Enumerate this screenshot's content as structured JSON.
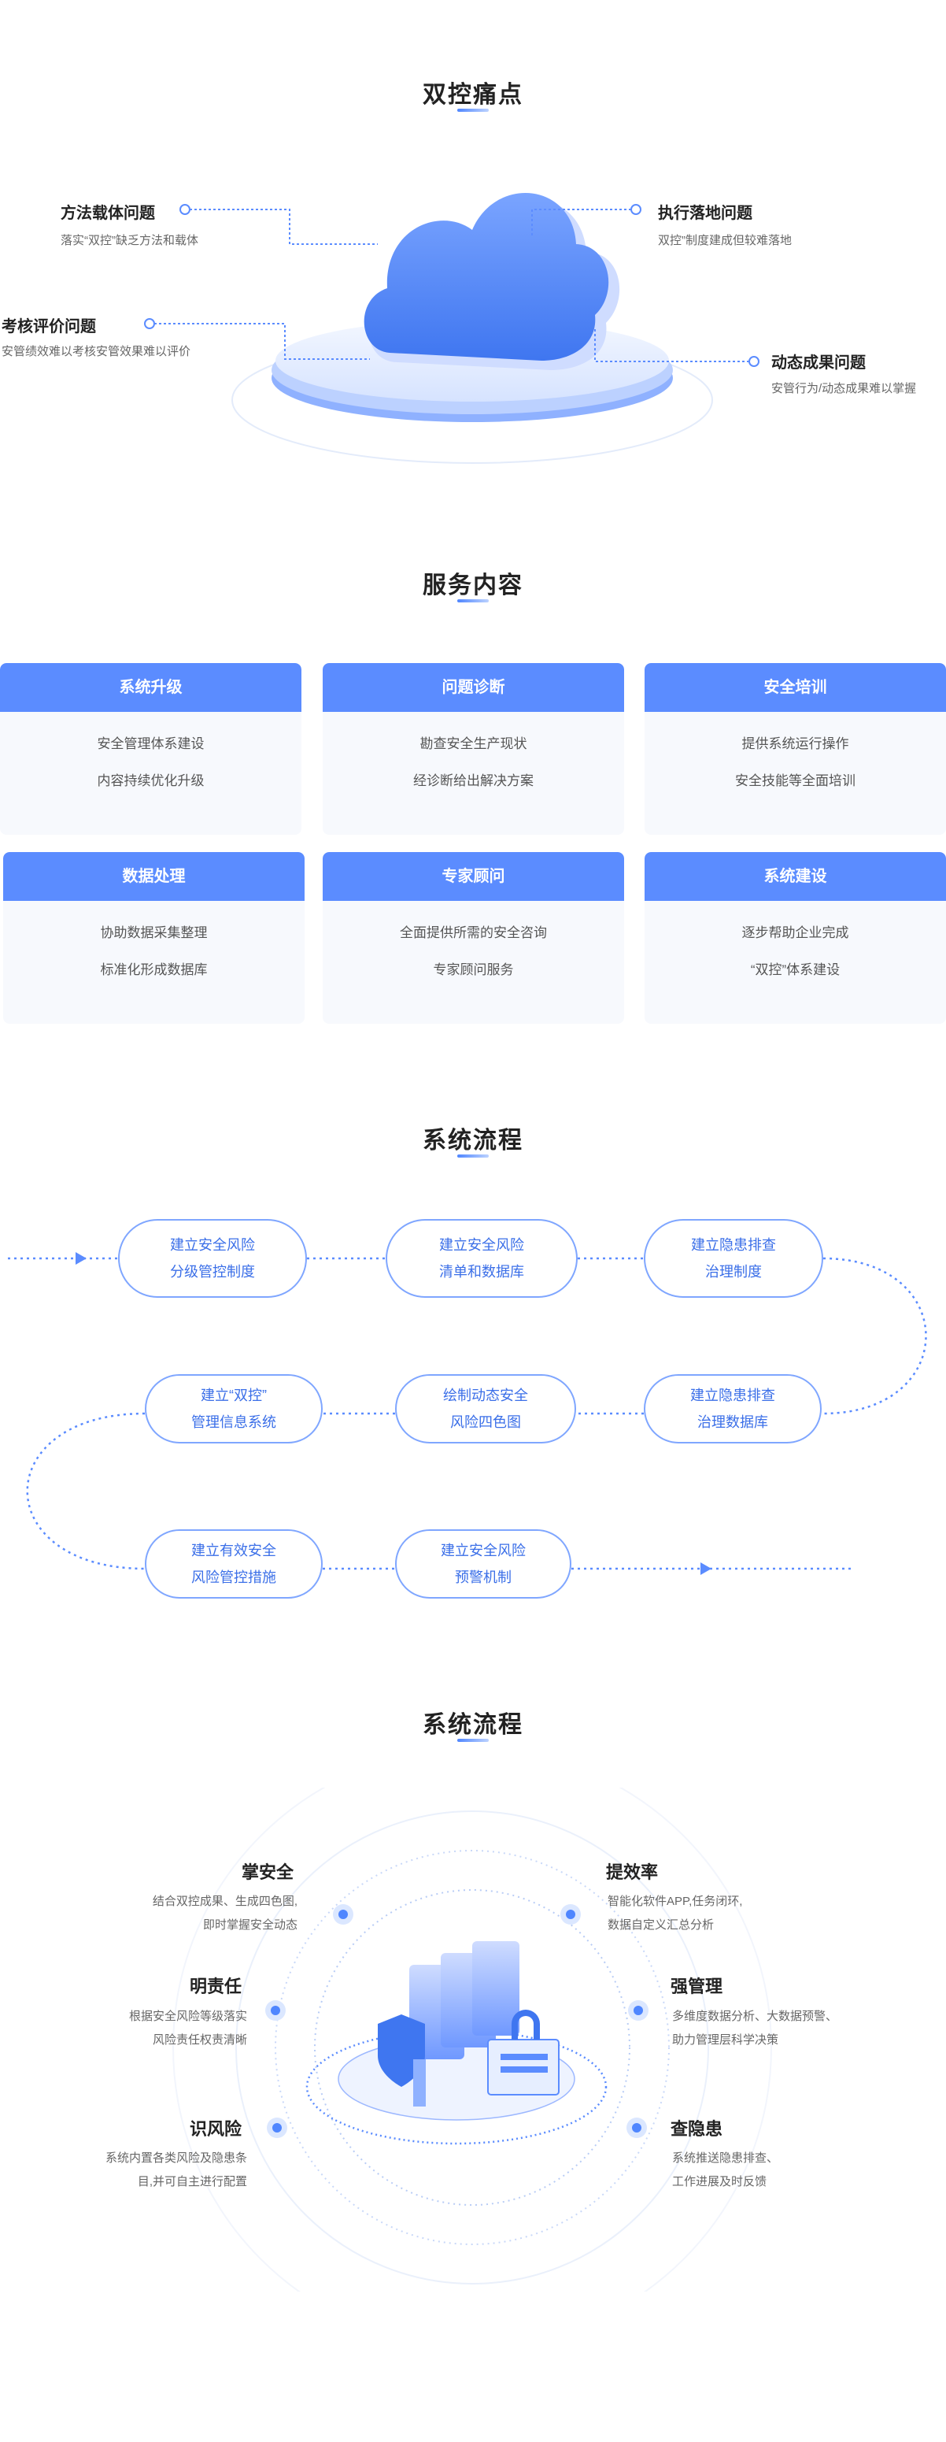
{
  "sections": {
    "pain_points_title": "双控痛点",
    "services_title": "服务内容",
    "flow_title": "系统流程",
    "features_title": "系统流程"
  },
  "pain_points": [
    {
      "title": "方法载体问题",
      "desc": "落实“双控”缺乏方法和载体"
    },
    {
      "title": "考核评价问题",
      "desc": "安管绩效难以考核安管效果难以评价"
    },
    {
      "title": "执行落地问题",
      "desc": "双控”制度建成但较难落地"
    },
    {
      "title": "动态成果问题",
      "desc": "安管行为/动态成果难以掌握"
    }
  ],
  "services": [
    {
      "title": "系统升级",
      "lines": [
        "安全管理体系建设",
        "内容持续优化升级"
      ]
    },
    {
      "title": "问题诊断",
      "lines": [
        "勘查安全生产现状",
        "经诊断给出解决方案"
      ]
    },
    {
      "title": "安全培训",
      "lines": [
        "提供系统运行操作",
        "安全技能等全面培训"
      ]
    },
    {
      "title": "数据处理",
      "lines": [
        "协助数据采集整理",
        "标准化形成数据库"
      ]
    },
    {
      "title": "专家顾问",
      "lines": [
        "全面提供所需的安全咨询",
        "专家顾问服务"
      ]
    },
    {
      "title": "系统建设",
      "lines": [
        "逐步帮助企业完成",
        "“双控”体系建设"
      ]
    }
  ],
  "flow_steps": [
    {
      "l1": "建立安全风险",
      "l2": "分级管控制度"
    },
    {
      "l1": "建立安全风险",
      "l2": "清单和数据库"
    },
    {
      "l1": "建立隐患排查",
      "l2": "治理制度"
    },
    {
      "l1": "建立隐患排查",
      "l2": "治理数据库"
    },
    {
      "l1": "绘制动态安全",
      "l2": "风险四色图"
    },
    {
      "l1": "建立“双控”",
      "l2": "管理信息系统"
    },
    {
      "l1": "建立有效安全",
      "l2": "风险管控措施"
    },
    {
      "l1": "建立安全风险",
      "l2": "预警机制"
    }
  ],
  "features": [
    {
      "title": "掌安全",
      "l1": "结合双控成果、生成四色图,",
      "l2": "即时掌握安全动态"
    },
    {
      "title": "明责任",
      "l1": "根据安全风险等级落实",
      "l2": "风险责任权责清晰"
    },
    {
      "title": "识风险",
      "l1": "系统内置各类风险及隐患条",
      "l2": "目,并可自主进行配置"
    },
    {
      "title": "提效率",
      "l1": "智能化软件APP,任务闭环,",
      "l2": "数据自定义汇总分析"
    },
    {
      "title": "强管理",
      "l1": "多维度数据分析、大数据预警、",
      "l2": "助力管理层科学决策"
    },
    {
      "title": "查隐患",
      "l1": "系统推送隐患排查、",
      "l2": "工作进展及时反馈"
    }
  ],
  "colors": {
    "accent": "#5b8cff",
    "accent_dark": "#3b6fe8",
    "pill_border": "#7fa6ff"
  }
}
